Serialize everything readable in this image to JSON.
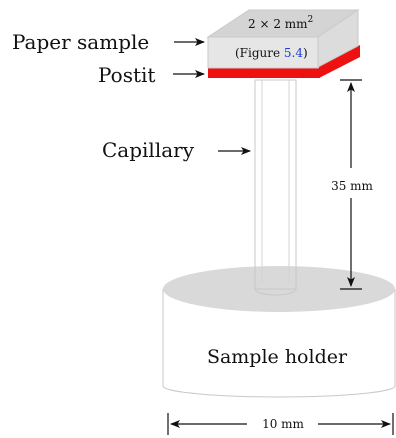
{
  "labels": {
    "paper_sample": "Paper sample",
    "postit": "Postit",
    "capillary": "Capillary",
    "sample_holder": "Sample holder"
  },
  "paper_top": {
    "dimension_prefix": "2 × 2 mm",
    "dimension_superscript": "2"
  },
  "figure_ref": {
    "open": "(Figure ",
    "number": "5.4",
    "close": ")"
  },
  "dimensions": {
    "height": "35 mm",
    "width": "10 mm"
  },
  "colors": {
    "postit": "#ee1111",
    "figure_link": "#1a3ccf",
    "block_front": "#e6e6e6",
    "block_top": "#d4d4d4",
    "holder_top": "#d9d9d9",
    "outline": "#bdbdbd"
  }
}
